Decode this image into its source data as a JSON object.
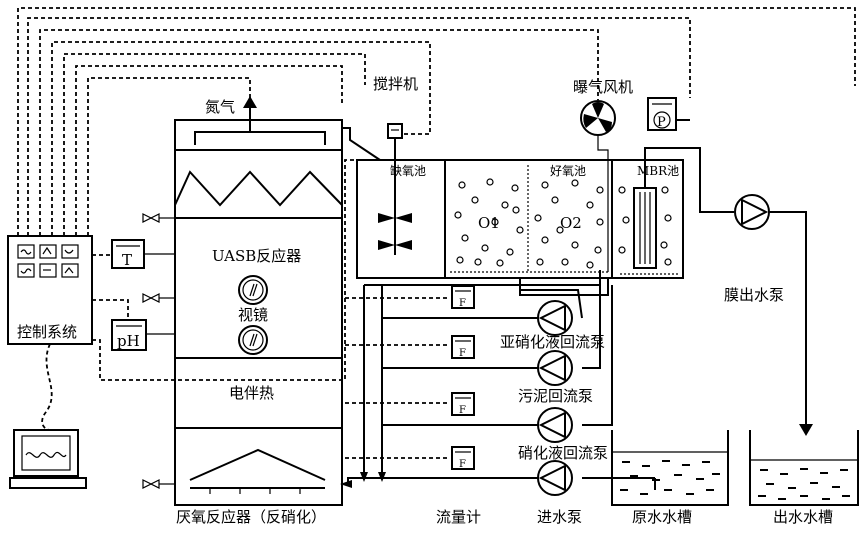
{
  "labels": {
    "nitrogen": "氮气",
    "uasb": "UASB反应器",
    "sight_glass": "视镜",
    "heating": "电伴热",
    "anaerobic_reactor": "厌氧反应器（反硝化）",
    "control_system": "控制系统",
    "temp_sensor": "T",
    "ph_sensor": "pH",
    "pressure_sensor": "P",
    "flow_meter_symbol": "F",
    "mixer": "搅拌机",
    "aeration_blower": "曝气风机",
    "anoxic_tank": "缺氧池",
    "aerobic_tank": "好氧池",
    "mbr_tank": "MBR池",
    "o1": "O1",
    "o2": "O2",
    "membrane_pump": "膜出水泵",
    "nitrite_reflux_pump": "亚硝化液回流泵",
    "sludge_reflux_pump": "污泥回流泵",
    "nitrate_reflux_pump": "硝化液回流泵",
    "flow_meter": "流量计",
    "inlet_pump": "进水泵",
    "raw_water_tank": "原水水槽",
    "outlet_water_tank": "出水水槽"
  }
}
